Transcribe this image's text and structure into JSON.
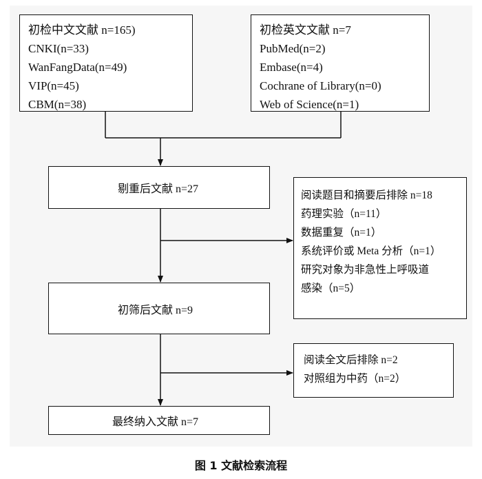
{
  "boxes": {
    "chinese": {
      "title": "初检中文文献 n=165)",
      "lines": [
        "CNKI(n=33)",
        "WanFangData(n=49)",
        "VIP(n=45)",
        "CBM(n=38)"
      ]
    },
    "english": {
      "title": "初检英文文献 n=7",
      "lines": [
        "PubMed(n=2)",
        "Embase(n=4)",
        "Cochrane of Library(n=0)",
        "Web of Science(n=1)"
      ]
    },
    "dedup": "剔重后文献 n=27",
    "exclusion1": {
      "title": "阅读题目和摘要后排除 n=18",
      "lines": [
        "药理实验（n=11）",
        "数据重复（n=1）",
        "系统评价或 Meta 分析（n=1）",
        "研究对象为非急性上呼吸道",
        "感染（n=5）"
      ]
    },
    "screened": "初筛后文献  n=9",
    "exclusion2": {
      "title": "阅读全文后排除  n=2",
      "lines": [
        "对照组为中药（n=2）"
      ]
    },
    "final": "最终纳入文献 n=7"
  },
  "caption": "图 1    文献检索流程",
  "colors": {
    "stroke": "#111111",
    "background": "#ffffff",
    "panel": "#f6f6f6"
  }
}
